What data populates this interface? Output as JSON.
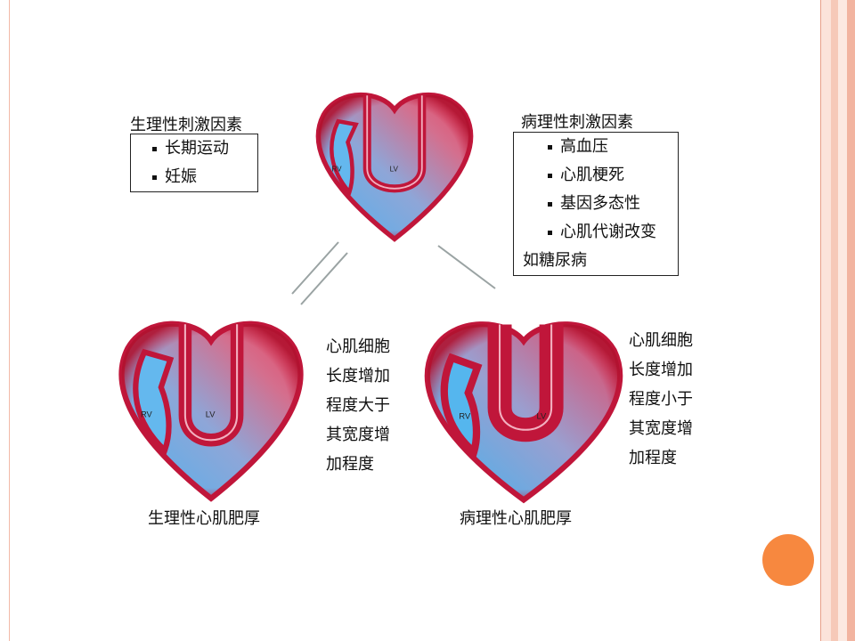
{
  "physiological_stimulus": {
    "title": "生理性刺激因素",
    "items": [
      "长期运动",
      "妊娠"
    ]
  },
  "pathological_stimulus": {
    "title": "病理性刺激因素",
    "items": [
      "高血压",
      "心肌梗死",
      "基因多态性",
      "心肌代谢改变"
    ],
    "note": "如糖尿病"
  },
  "heart_labels": {
    "rv": "RV",
    "lv": "LV"
  },
  "physiological_hypertrophy": {
    "caption": "生理性心肌肥厚",
    "description_lines": [
      "心肌细胞",
      "长度增加",
      "程度大于",
      "其宽度增",
      "加程度"
    ]
  },
  "pathological_hypertrophy": {
    "caption": "病理性心肌肥厚",
    "description_lines": [
      "心肌细胞",
      "长度增加",
      "程度小于",
      "其宽度增",
      "加程度"
    ]
  },
  "colors": {
    "heart_red": "#d9203f",
    "heart_blue": "#5fb0e8",
    "accent_orange": "#f7883f"
  }
}
